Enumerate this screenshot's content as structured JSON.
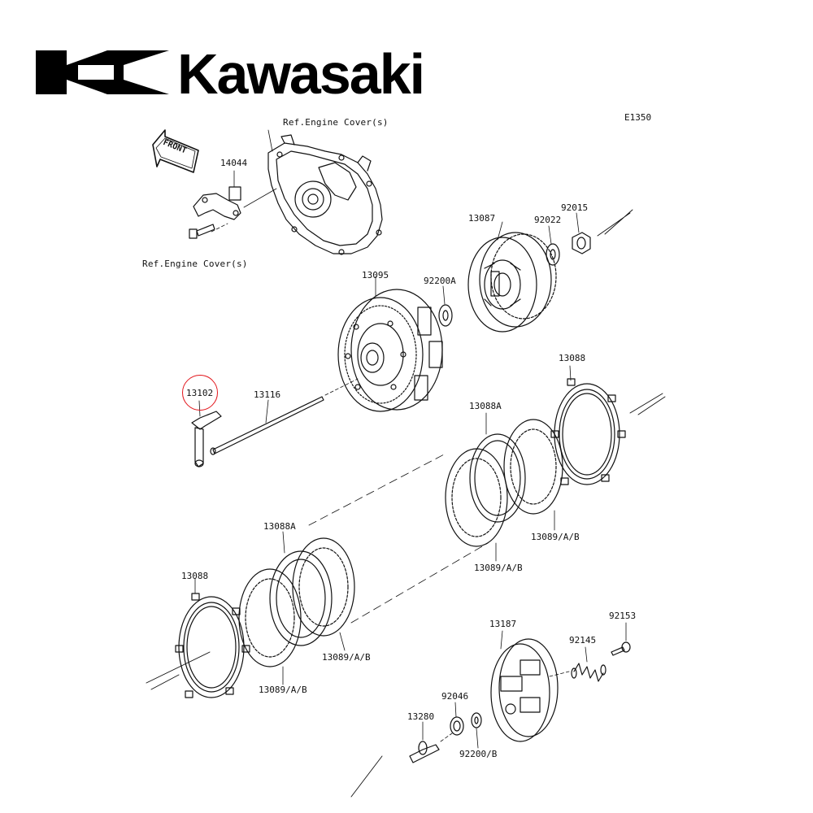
{
  "brand": {
    "name": "Kawasaki",
    "logo_icon": "kawasaki-k-logo-icon"
  },
  "diagram_code": "E1350",
  "front_marker": "FRONT",
  "references": {
    "engine_cover_top": "Ref.Engine Cover(s)",
    "engine_cover_left": "Ref.Engine Cover(s)"
  },
  "parts": {
    "p14044": "14044",
    "p13087": "13087",
    "p92022": "92022",
    "p92015": "92015",
    "p13095": "13095",
    "p92200A": "92200A",
    "p13088_top": "13088",
    "p13102": "13102",
    "p13116": "13116",
    "p13088A_top": "13088A",
    "p13089_right": "13089/A/B",
    "p13089_mid": "13089/A/B",
    "p13088A_bottom": "13088A",
    "p13088_bottom": "13088",
    "p13089_lower": "13089/A/B",
    "p13089_bottom": "13089/A/B",
    "p13187": "13187",
    "p92153": "92153",
    "p92145": "92145",
    "p92046": "92046",
    "p13280": "13280",
    "p92200B": "92200/B"
  },
  "highlight": {
    "part": "13102",
    "color": "#e2141a"
  }
}
